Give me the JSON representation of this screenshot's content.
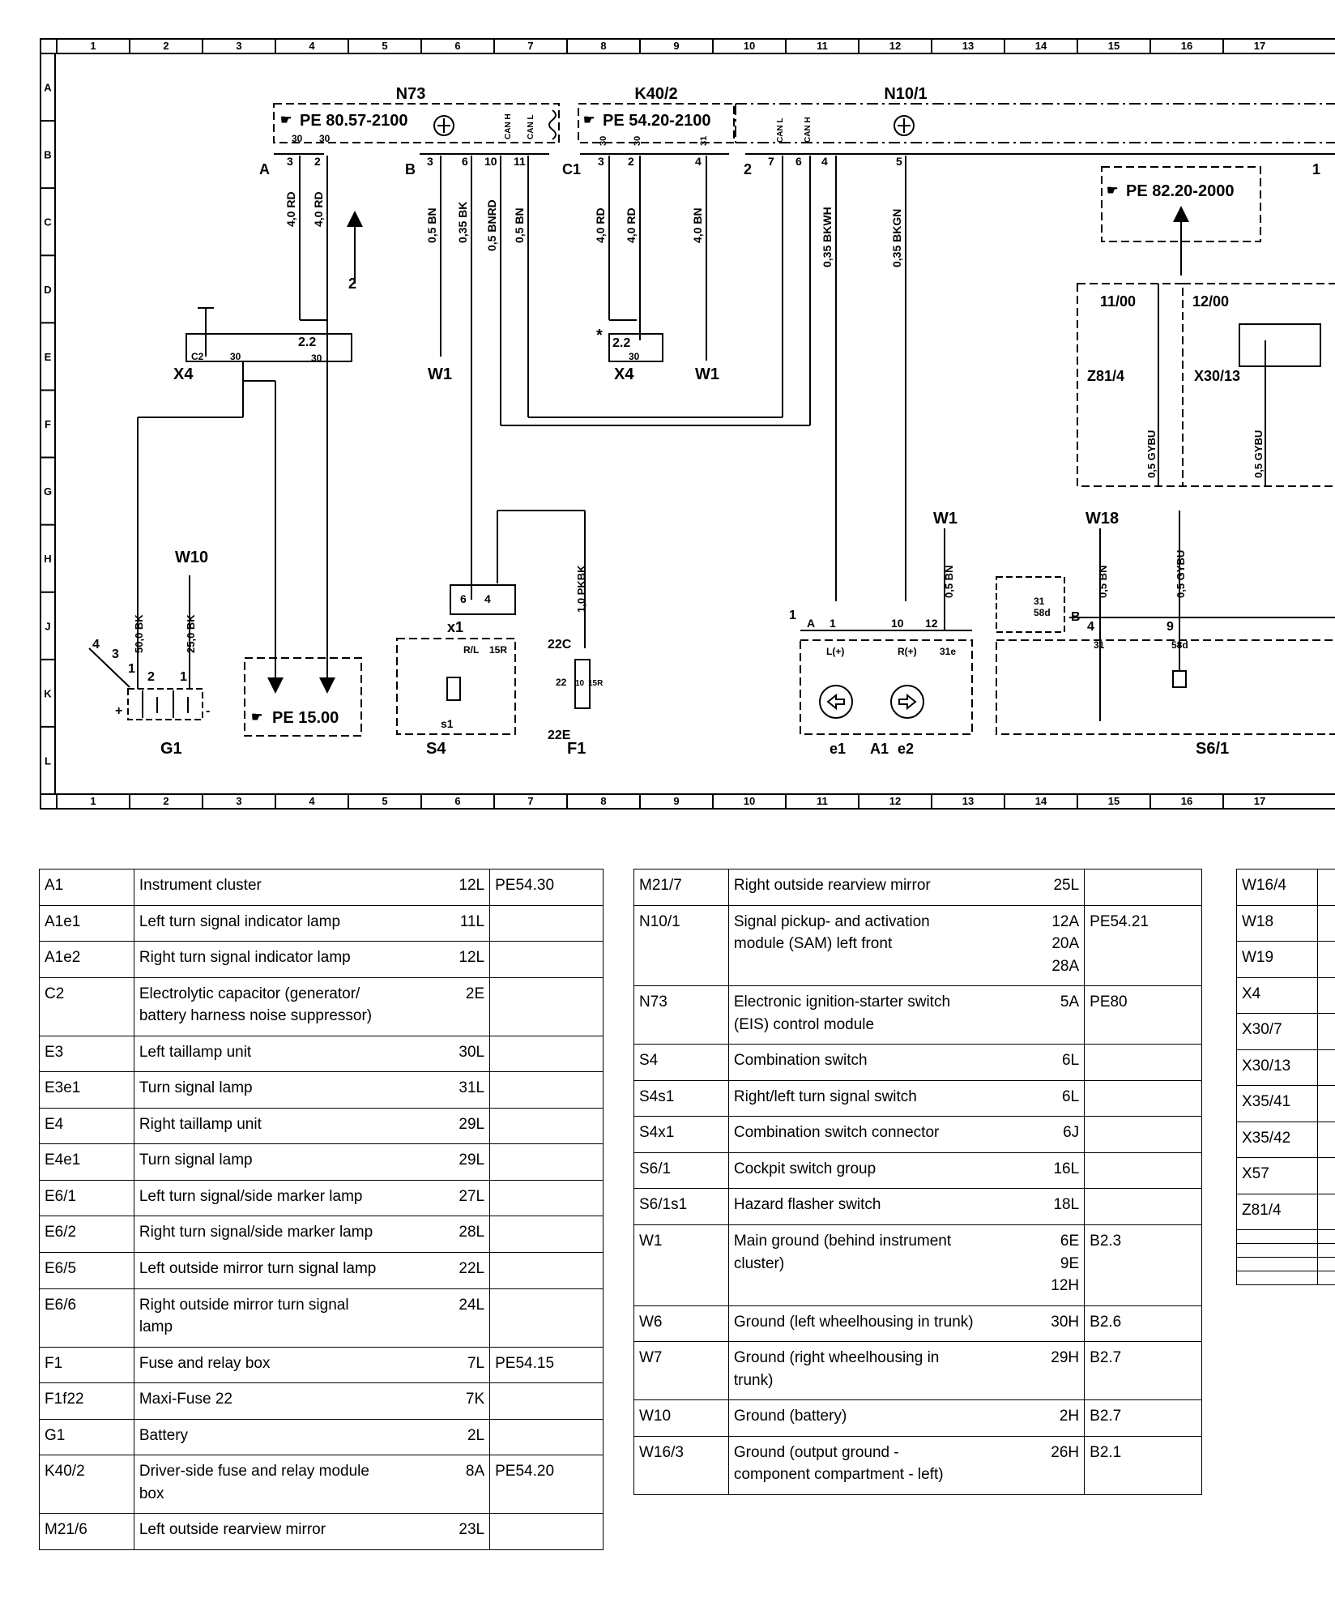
{
  "diagram": {
    "col_numbers": [
      "1",
      "2",
      "3",
      "4",
      "5",
      "6",
      "7",
      "8",
      "9",
      "10",
      "11",
      "12",
      "13",
      "14",
      "15",
      "16",
      "17"
    ],
    "row_letters": [
      "A",
      "B",
      "C",
      "D",
      "E",
      "F",
      "G",
      "H",
      "J",
      "K",
      "L"
    ],
    "components": {
      "n73": "N73",
      "k40_2": "K40/2",
      "n10_1": "N10/1",
      "pe_n73": "PE 80.57-2100",
      "pe_k40": "PE 54.20-2100",
      "pe_z81": "PE 82.20-2000",
      "pe_15": "PE 15.00",
      "x4_left": "X4",
      "x4_right": "X4",
      "w1_a": "W1",
      "w1_b": "W1",
      "w1_c": "W1",
      "w10": "W10",
      "w18": "W18",
      "g1": "G1",
      "s4": "S4",
      "f1": "F1",
      "a1": "A1",
      "s6_1": "S6/1",
      "z81_4": "Z81/4",
      "x30_13": "X30/13",
      "date_1100": "11/00",
      "date_1200": "12/00",
      "e1": "e1",
      "e2": "e2",
      "s1": "s1",
      "x1": "x1",
      "f22c": "22C",
      "f22e": "22E"
    },
    "wires": {
      "w_40rd_a": "4,0 RD",
      "w_40rd_b": "4,0 RD",
      "w_05bn_a": "0,5 BN",
      "w_035bk": "0,35 BK",
      "w_05bnrd": "0,5 BNRD",
      "w_05bn_b": "0,5 BN",
      "w_40rd_c": "4,0 RD",
      "w_40rd_d": "4,0 RD",
      "w_40bn": "4,0 BN",
      "w_035bkwh": "0,35 BKWH",
      "w_035bkgn": "0,35 BKGN",
      "w_10pkbk": "1,0 PKBK",
      "w_500bk": "50,0 BK",
      "w_250bk": "25,0 BK",
      "w_05bn_w1": "0,5 BN",
      "w_05bn_w18": "0,5 BN",
      "w_05gybu_a": "0,5 GYBU",
      "w_05gybu_b": "0,5 GYBU",
      "w_05gybu_c": "0,5 GYBU"
    },
    "pins": {
      "a": "A",
      "b": "B",
      "c1": "C1",
      "two": "2",
      "one": "1",
      "n73_3": "3",
      "n73_2": "2",
      "n73_b3": "3",
      "n73_6": "6",
      "n73_10": "10",
      "n73_11": "11",
      "n73_30a": "30",
      "n73_30b": "30",
      "canh": "CAN H",
      "canl": "CAN L",
      "k40_3": "3",
      "k40_2": "2",
      "k40_4": "4",
      "k40_30a": "30",
      "k40_30b": "30",
      "k40_31": "31",
      "n10_7": "7",
      "n10_6": "6",
      "n10_4": "4",
      "n10_5": "5",
      "n10_canl": "CAN L",
      "n10_canh": "CAN H",
      "x4_c2": "C2",
      "x4_30a": "30",
      "x4_22": "2.2",
      "x4_30b": "30",
      "x4r_22": "2.2",
      "x4r_30": "30",
      "star": "*",
      "s4_6": "6",
      "s4_4": "4",
      "s4_rl": "R/L",
      "s4_15r": "15R",
      "f1_22": "22",
      "f1_10": "10",
      "f1_15r": "15R",
      "g1_4": "4",
      "g1_3": "3",
      "g1_1a": "1",
      "g1_2": "2",
      "g1_1b": "1",
      "plus": "+",
      "minus": "-",
      "a1_a": "A",
      "a1_1": "1",
      "a1_10": "10",
      "a1_12": "12",
      "a1_lp": "L(+)",
      "a1_rp": "R(+)",
      "a1_31e": "31e",
      "a1_one": "1",
      "s6_31": "31",
      "s6_58d": "58d",
      "s6_b": "B",
      "s6_4": "4",
      "s6_9": "9",
      "s6_31b": "31",
      "s6_58db": "58d",
      "two_arrow": "2"
    }
  },
  "tables": [
    {
      "rows": [
        {
          "code": "A1",
          "desc": "Instrument cluster",
          "ref": "12L",
          "pe": "PE54.30"
        },
        {
          "code": "A1e1",
          "desc": "Left turn signal indicator lamp",
          "ref": "11L",
          "pe": ""
        },
        {
          "code": "A1e2",
          "desc": "Right turn signal indicator lamp",
          "ref": "12L",
          "pe": ""
        },
        {
          "code": "C2",
          "desc": "Electrolytic capacitor (generator/\nbattery harness noise suppressor)",
          "ref": "2E",
          "pe": ""
        },
        {
          "code": "E3",
          "desc": "Left taillamp unit",
          "ref": "30L",
          "pe": ""
        },
        {
          "code": "E3e1",
          "desc": "Turn signal lamp",
          "ref": "31L",
          "pe": ""
        },
        {
          "code": "E4",
          "desc": "Right taillamp unit",
          "ref": "29L",
          "pe": ""
        },
        {
          "code": "E4e1",
          "desc": "Turn signal lamp",
          "ref": "29L",
          "pe": ""
        },
        {
          "code": "E6/1",
          "desc": "Left turn signal/side marker lamp",
          "ref": "27L",
          "pe": ""
        },
        {
          "code": "E6/2",
          "desc": "Right turn signal/side marker lamp",
          "ref": "28L",
          "pe": ""
        },
        {
          "code": "E6/5",
          "desc": "Left outside mirror turn signal lamp",
          "ref": "22L",
          "pe": ""
        },
        {
          "code": "E6/6",
          "desc": "Right outside mirror turn signal\nlamp",
          "ref": "24L",
          "pe": ""
        },
        {
          "code": "F1",
          "desc": "Fuse and relay box",
          "ref": "7L",
          "pe": "PE54.15"
        },
        {
          "code": "F1f22",
          "desc": "Maxi-Fuse 22",
          "ref": "7K",
          "pe": ""
        },
        {
          "code": "G1",
          "desc": "Battery",
          "ref": "2L",
          "pe": ""
        },
        {
          "code": "K40/2",
          "desc": "Driver-side fuse and relay module\nbox",
          "ref": "8A",
          "pe": "PE54.20"
        },
        {
          "code": "M21/6",
          "desc": "Left outside rearview mirror",
          "ref": "23L",
          "pe": ""
        }
      ]
    },
    {
      "rows": [
        {
          "code": "M21/7",
          "desc": "Right outside rearview mirror",
          "ref": "25L",
          "pe": ""
        },
        {
          "code": "N10/1",
          "desc": "Signal pickup- and activation\nmodule (SAM) left front",
          "ref": "12A\n20A\n28A",
          "pe": "PE54.21"
        },
        {
          "code": "N73",
          "desc": "Electronic ignition-starter switch\n(EIS) control module",
          "ref": "5A",
          "pe": "PE80"
        },
        {
          "code": "S4",
          "desc": "Combination switch",
          "ref": "6L",
          "pe": ""
        },
        {
          "code": "S4s1",
          "desc": "Right/left turn signal switch",
          "ref": "6L",
          "pe": ""
        },
        {
          "code": "S4x1",
          "desc": "Combination switch connector",
          "ref": "6J",
          "pe": ""
        },
        {
          "code": "S6/1",
          "desc": "Cockpit switch group",
          "ref": "16L",
          "pe": ""
        },
        {
          "code": "S6/1s1",
          "desc": "Hazard flasher switch",
          "ref": "18L",
          "pe": ""
        },
        {
          "code": "W1",
          "desc": "Main ground (behind instrument\ncluster)",
          "ref": "6E\n9E\n12H",
          "pe": "B2.3"
        },
        {
          "code": "W6",
          "desc": "Ground (left wheelhousing in trunk)",
          "ref": "30H",
          "pe": "B2.6"
        },
        {
          "code": "W7",
          "desc": "Ground (right wheelhousing in\ntrunk)",
          "ref": "29H",
          "pe": "B2.7"
        },
        {
          "code": "W10",
          "desc": "Ground (battery)",
          "ref": "2H",
          "pe": "B2.7"
        },
        {
          "code": "W16/3",
          "desc": "Ground (output ground -\ncomponent compartment - left)",
          "ref": "26H",
          "pe": "B2.1"
        }
      ]
    },
    {
      "rows": [
        {
          "code": "W16/4",
          "desc": "",
          "ref": "",
          "pe": ""
        },
        {
          "code": "W18",
          "desc": "",
          "ref": "",
          "pe": ""
        },
        {
          "code": "W19",
          "desc": "",
          "ref": "",
          "pe": ""
        },
        {
          "code": "X4",
          "desc": "",
          "ref": "",
          "pe": ""
        },
        {
          "code": "X30/7",
          "desc": "",
          "ref": "",
          "pe": ""
        },
        {
          "code": "X30/13",
          "desc": "",
          "ref": "",
          "pe": ""
        },
        {
          "code": "X35/41",
          "desc": "",
          "ref": "",
          "pe": ""
        },
        {
          "code": "X35/42",
          "desc": "",
          "ref": "",
          "pe": ""
        },
        {
          "code": "X57",
          "desc": "",
          "ref": "",
          "pe": ""
        },
        {
          "code": "Z81/4",
          "desc": "",
          "ref": "",
          "pe": ""
        },
        {
          "code": "",
          "desc": "",
          "ref": "",
          "pe": ""
        },
        {
          "code": "",
          "desc": "",
          "ref": "",
          "pe": ""
        },
        {
          "code": "",
          "desc": "",
          "ref": "",
          "pe": ""
        },
        {
          "code": "",
          "desc": "",
          "ref": "",
          "pe": ""
        }
      ]
    }
  ]
}
